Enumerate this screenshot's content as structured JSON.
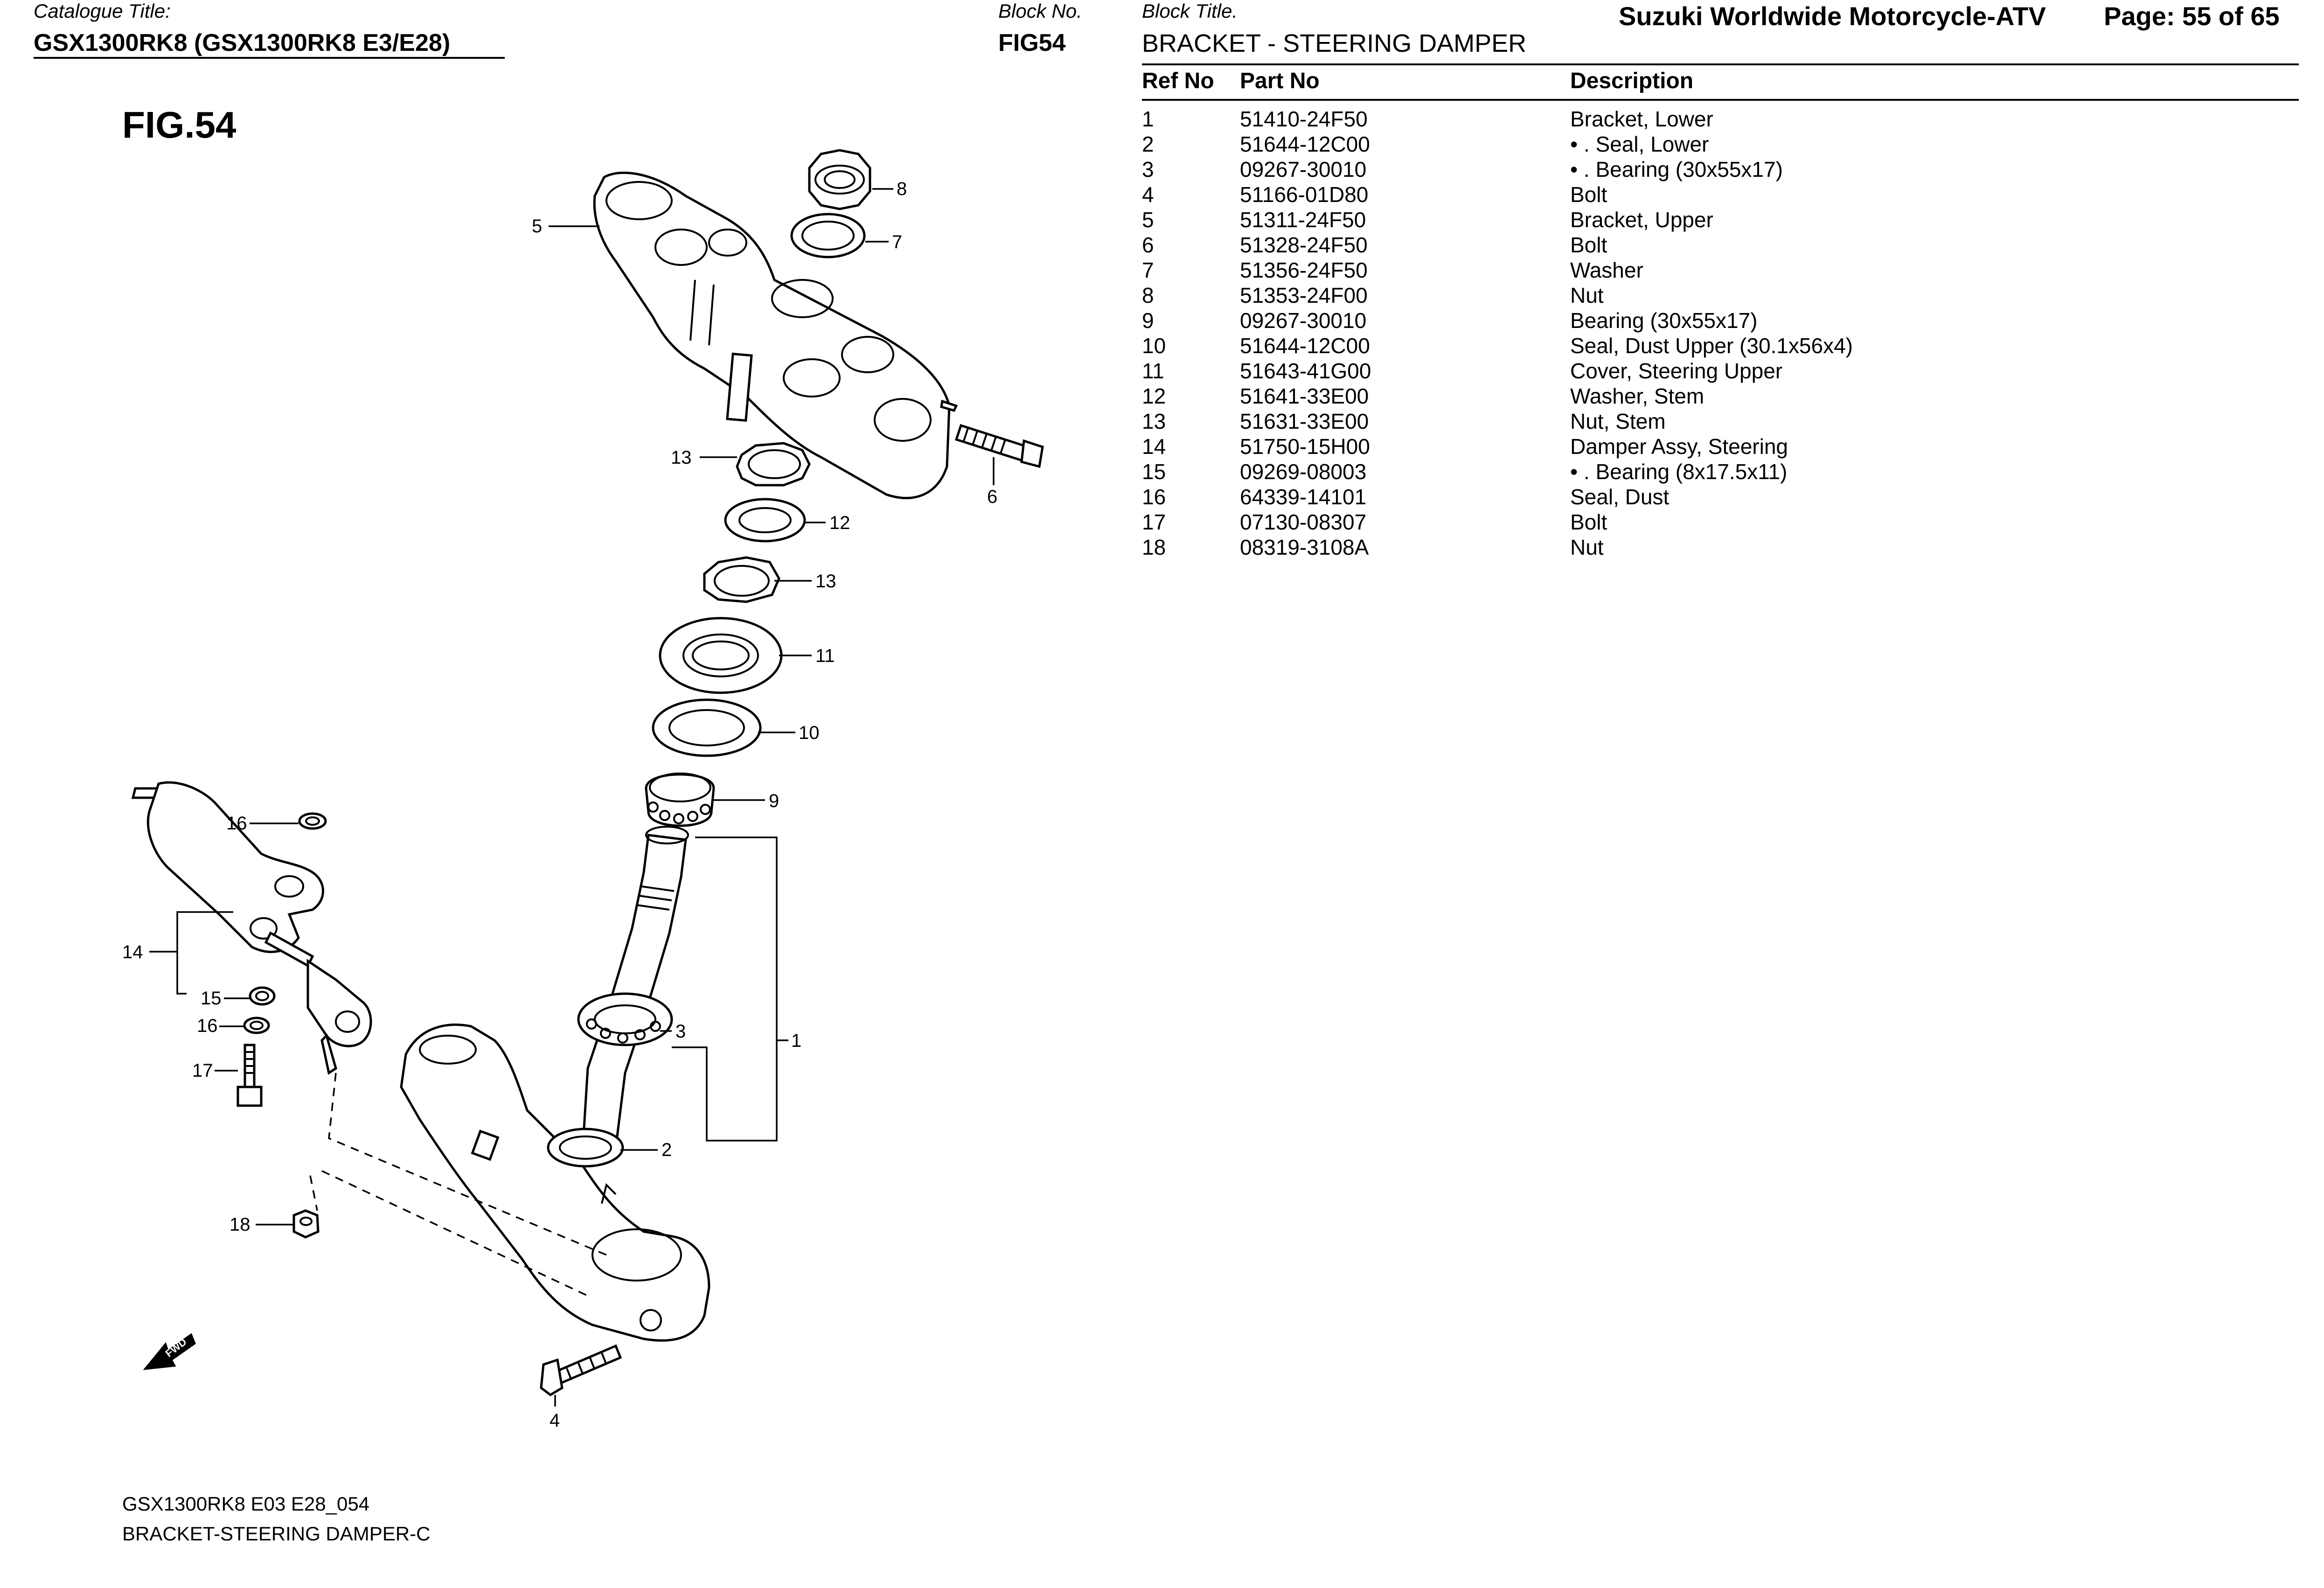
{
  "header": {
    "catalogue_label": "Catalogue Title:",
    "catalogue_title": "GSX1300RK8 (GSX1300RK8 E3/E28)",
    "block_no_label": "Block No.",
    "block_no": "FIG54",
    "block_title_label": "Block Title.",
    "block_title": "BRACKET - STEERING DAMPER",
    "publisher": "Suzuki Worldwide Motorcycle-ATV",
    "page": "Page: 55 of 65"
  },
  "figure": {
    "title": "FIG.54",
    "fwd_label": "FWD",
    "callouts": {
      "c1": "1",
      "c2": "2",
      "c3": "3",
      "c4": "4",
      "c5": "5",
      "c6": "6",
      "c7": "7",
      "c8": "8",
      "c9": "9",
      "c10": "10",
      "c11": "11",
      "c12": "12",
      "c13a": "13",
      "c13b": "13",
      "c14": "14",
      "c15": "15",
      "c16a": "16",
      "c16b": "16",
      "c17": "17",
      "c18": "18"
    }
  },
  "footer": {
    "line1": "GSX1300RK8 E03 E28_054",
    "line2": "BRACKET-STEERING DAMPER-C"
  },
  "parts_table": {
    "columns": [
      "Ref No",
      "Part No",
      "Description"
    ],
    "rows": [
      {
        "ref": "1",
        "part": "51410-24F50",
        "desc": "Bracket, Lower"
      },
      {
        "ref": "2",
        "part": "51644-12C00",
        "desc": "• . Seal, Lower"
      },
      {
        "ref": "3",
        "part": "09267-30010",
        "desc": "• . Bearing (30x55x17)"
      },
      {
        "ref": "4",
        "part": "51166-01D80",
        "desc": "Bolt"
      },
      {
        "ref": "5",
        "part": "51311-24F50",
        "desc": "Bracket, Upper"
      },
      {
        "ref": "6",
        "part": "51328-24F50",
        "desc": "Bolt"
      },
      {
        "ref": "7",
        "part": "51356-24F50",
        "desc": "Washer"
      },
      {
        "ref": "8",
        "part": "51353-24F00",
        "desc": "Nut"
      },
      {
        "ref": "9",
        "part": "09267-30010",
        "desc": "Bearing (30x55x17)"
      },
      {
        "ref": "10",
        "part": "51644-12C00",
        "desc": "Seal, Dust Upper (30.1x56x4)"
      },
      {
        "ref": "11",
        "part": "51643-41G00",
        "desc": "Cover, Steering Upper"
      },
      {
        "ref": "12",
        "part": "51641-33E00",
        "desc": "Washer, Stem"
      },
      {
        "ref": "13",
        "part": "51631-33E00",
        "desc": "Nut, Stem"
      },
      {
        "ref": "14",
        "part": "51750-15H00",
        "desc": "Damper Assy, Steering"
      },
      {
        "ref": "15",
        "part": "09269-08003",
        "desc": "• . Bearing (8x17.5x11)"
      },
      {
        "ref": "16",
        "part": "64339-14101",
        "desc": "Seal, Dust"
      },
      {
        "ref": "17",
        "part": "07130-08307",
        "desc": "Bolt"
      },
      {
        "ref": "18",
        "part": "08319-3108A",
        "desc": "Nut"
      }
    ]
  }
}
